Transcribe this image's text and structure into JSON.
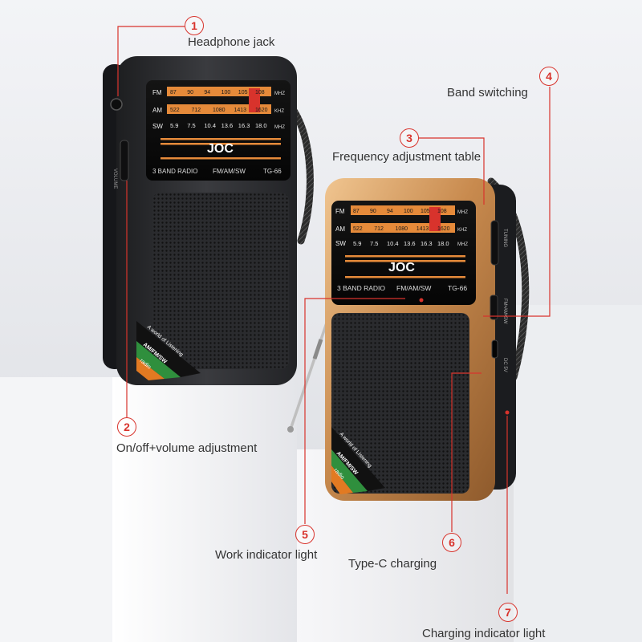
{
  "callouts": [
    {
      "number": "1",
      "label": "Headphone jack"
    },
    {
      "number": "2",
      "label": "On/off+volume adjustment"
    },
    {
      "number": "3",
      "label": "Frequency adjustment table"
    },
    {
      "number": "4",
      "label": "Band switching"
    },
    {
      "number": "5",
      "label": "Work indicator light"
    },
    {
      "number": "6",
      "label": "Type-C charging"
    },
    {
      "number": "7",
      "label": "Charging indicator light"
    }
  ],
  "radio": {
    "brand": "JOC",
    "model_line": "3 BAND RADIO",
    "bands_text": "FM/AM/SW",
    "model": "TG-66",
    "fm_label": "FM",
    "am_label": "AM",
    "sw_label": "SW",
    "fm_unit": "MHZ",
    "am_unit": "KHZ",
    "sw_unit": "MHZ",
    "fm_scale": [
      "87",
      "90",
      "94",
      "100",
      "105",
      "108"
    ],
    "am_scale": [
      "522",
      "712",
      "1080",
      "1413",
      "1620"
    ],
    "sw_scale": [
      "5.9",
      "7.5",
      "10.4",
      "13.6",
      "16.3",
      "18.0"
    ],
    "side_volume": "VOLUME",
    "side_tuning": "TUNING",
    "side_band_switch": "FM•AM•SW",
    "side_dc": "DC 5V",
    "sticker_line1": "A world of Listening",
    "sticker_line2": "AM/FM/SW",
    "sticker_line3": "radio"
  },
  "colors": {
    "accent_red": "#d8332c",
    "dark_radio": "#2b2c2f",
    "gold_radio": "#c88a4e",
    "dial_orange": "#e58a3a",
    "sticker_green": "#2f8f3d",
    "sticker_orange": "#e27a22"
  }
}
